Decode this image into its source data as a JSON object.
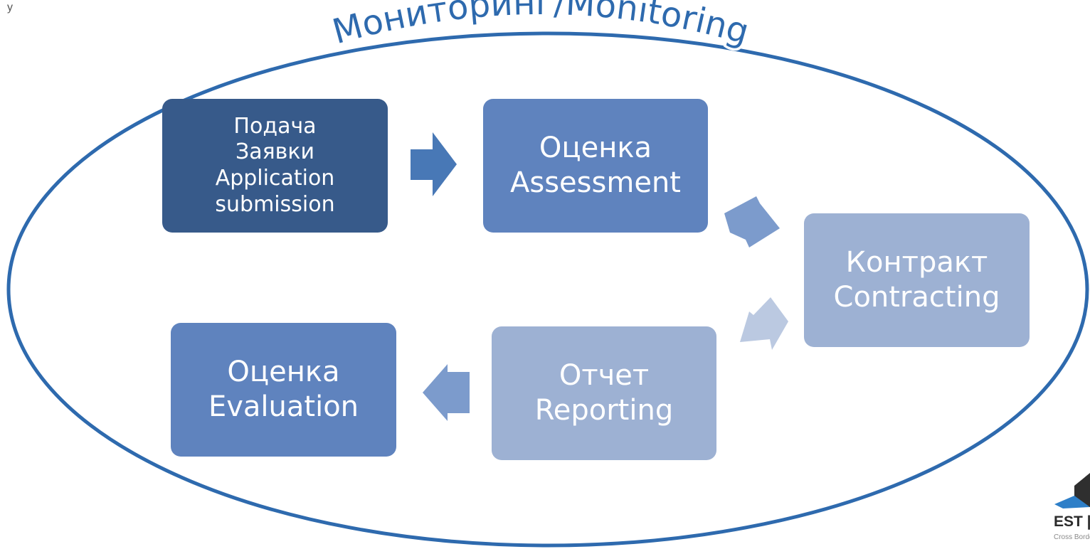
{
  "diagram": {
    "cycle_label": "Мониторинг/Monitoring",
    "corner_mark": "y",
    "colors": {
      "ellipse": "#2E6AAE",
      "step_dark": "#375A8A",
      "step_mid": "#5F83BE",
      "step_light": "#9DB1D3",
      "arrow_dark": "#4878B6",
      "arrow_mid": "#7C9BCC",
      "arrow_light": "#BBC9E1"
    },
    "steps": [
      {
        "lines": [
          "Подача",
          "Заявки",
          "Application",
          "submission"
        ]
      },
      {
        "lines": [
          "Оценка",
          "Assessment"
        ]
      },
      {
        "lines": [
          "Контракт",
          "Contracting"
        ]
      },
      {
        "lines": [
          "Отчет",
          "Reporting"
        ]
      },
      {
        "lines": [
          "Оценка",
          "Evaluation"
        ]
      }
    ]
  },
  "logo": {
    "text": "EST | RUS",
    "subtext": "Cross Border Coope"
  }
}
